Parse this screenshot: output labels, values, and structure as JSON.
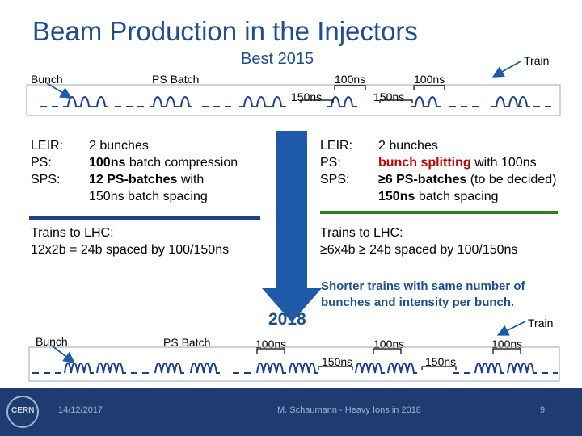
{
  "title": "Beam Production in the Injectors",
  "subtitle": "Best 2015",
  "top_labels": {
    "bunch": "Bunch",
    "ps_batch": "PS Batch",
    "train": "Train",
    "spacing_100a": "100ns",
    "spacing_100b": "100ns",
    "spacing_150a": "150ns",
    "spacing_150b": "150ns"
  },
  "left": {
    "labels": [
      "LEIR:",
      "PS:",
      "SPS:"
    ],
    "leir": "2 bunches",
    "ps_bold": "100ns",
    "ps_rest": " batch compression",
    "sps_bold": "12 PS-batches",
    "sps_rest": " with",
    "sps_line2": "150ns batch spacing",
    "trains_head": "Trains to LHC:",
    "trains_body": "12x2b = 24b spaced by 100/150ns"
  },
  "right": {
    "labels": [
      "LEIR:",
      "PS:",
      "SPS:"
    ],
    "leir": "2 bunches",
    "ps_red": "bunch splitting",
    "ps_rest": " with 100ns",
    "sps_bold": "≥6 PS-batches",
    "sps_rest": " (to be decided)",
    "sps_line2_bold": "150ns",
    "sps_line2_rest": " batch spacing",
    "trains_head": "Trains to LHC:",
    "trains_body": "≥6x4b ≥ 24b spaced by 100/150ns",
    "note_line1": "Shorter trains with same number of",
    "note_line2": "bunches and intensity per bunch."
  },
  "year": "2018",
  "bottom_labels": {
    "bunch": "Bunch",
    "ps_batch": "PS Batch",
    "train": "Train",
    "spacing_100a": "100ns",
    "spacing_100b": "100ns",
    "spacing_100c": "100ns",
    "spacing_150a": "150ns",
    "spacing_150b": "150ns"
  },
  "footer": {
    "logo": "CERN",
    "date": "14/12/2017",
    "author": "M. Schaumann - Heavy Ions in 2018",
    "page": "9"
  },
  "colors": {
    "accent": "#1f4e8c",
    "arrow": "#1e5aa8",
    "rule": "#1f3f8f",
    "green": "#2e7d1e",
    "highlight": "#c00000",
    "footer": "#1e3c70"
  }
}
